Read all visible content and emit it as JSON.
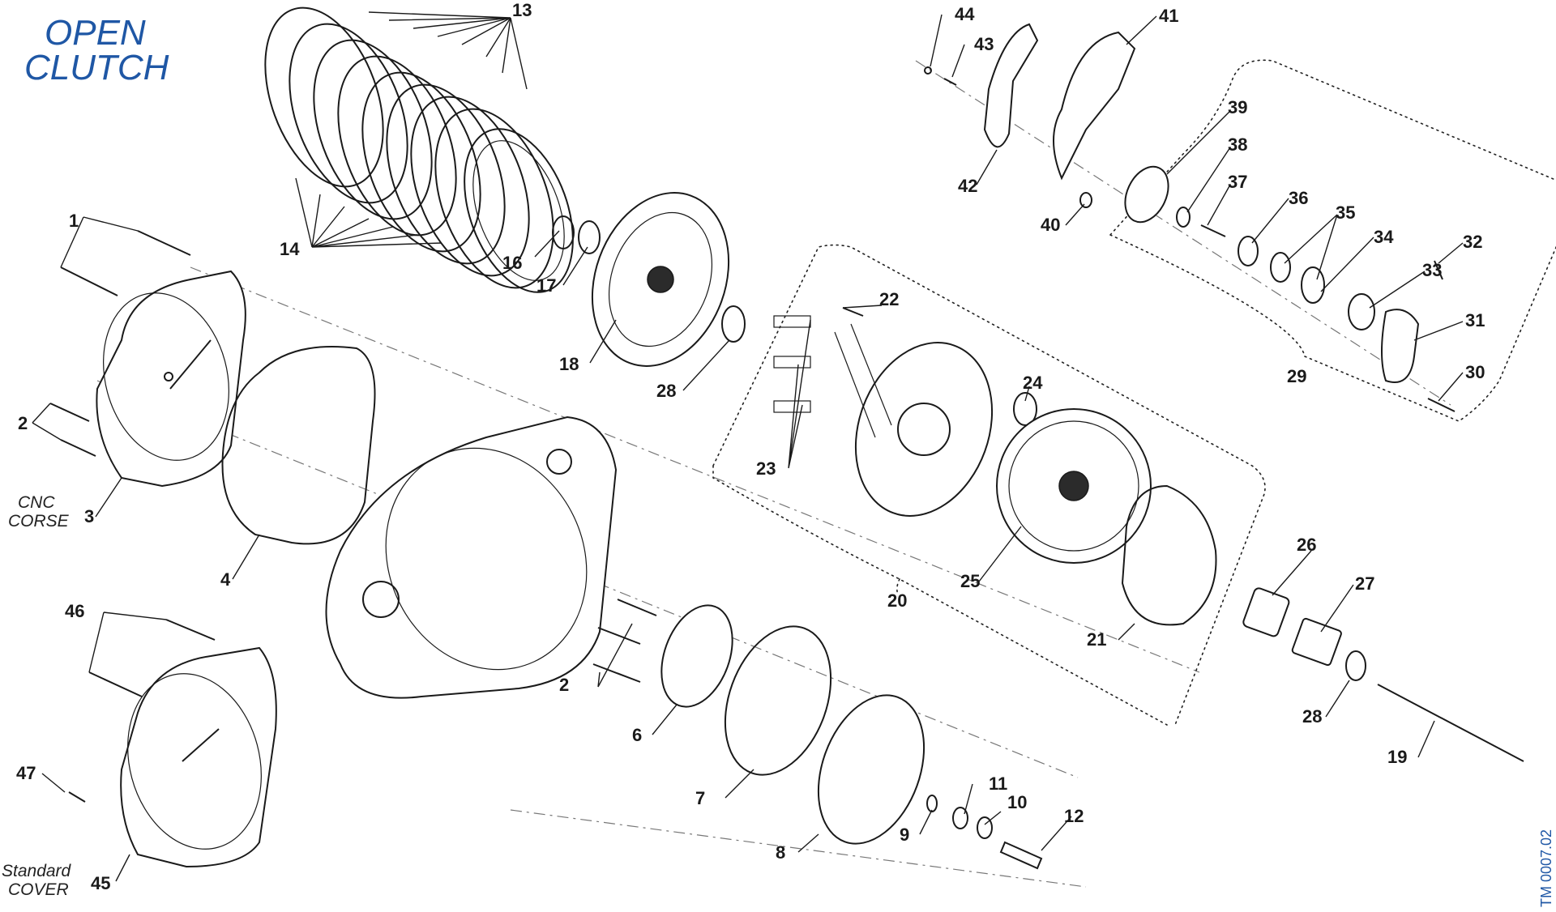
{
  "title": {
    "line1": "OPEN",
    "line2": "CLUTCH"
  },
  "side_labels": {
    "cnc_line1": "CNC",
    "cnc_line2": "CORSE",
    "standard_line1": "Standard",
    "standard_line2": "COVER"
  },
  "drawing_code": "TM 0007.02",
  "callouts": [
    "1",
    "2",
    "3",
    "4",
    "6",
    "7",
    "8",
    "9",
    "10",
    "11",
    "12",
    "13",
    "14",
    "16",
    "17",
    "18",
    "19",
    "20",
    "21",
    "22",
    "23",
    "24",
    "25",
    "26",
    "27",
    "28",
    "29",
    "30",
    "31",
    "32",
    "33",
    "34",
    "35",
    "36",
    "37",
    "38",
    "39",
    "40",
    "41",
    "42",
    "43",
    "44",
    "45",
    "46",
    "47"
  ],
  "labels": {
    "n1": "1",
    "n2a": "2",
    "n2b": "2",
    "n3": "3",
    "n4": "4",
    "n6": "6",
    "n7": "7",
    "n8": "8",
    "n9": "9",
    "n10": "10",
    "n11": "11",
    "n12": "12",
    "n13": "13",
    "n14": "14",
    "n16": "16",
    "n17": "17",
    "n18": "18",
    "n19": "19",
    "n20": "20",
    "n21": "21",
    "n22": "22",
    "n23": "23",
    "n24": "24",
    "n25": "25",
    "n26": "26",
    "n27": "27",
    "n28a": "28",
    "n28b": "28",
    "n29": "29",
    "n30": "30",
    "n31": "31",
    "n32": "32",
    "n33": "33",
    "n34": "34",
    "n35": "35",
    "n36": "36",
    "n37": "37",
    "n38": "38",
    "n39": "39",
    "n40": "40",
    "n41": "41",
    "n42": "42",
    "n43": "43",
    "n44": "44",
    "n45": "45",
    "n46": "46",
    "n47": "47"
  }
}
